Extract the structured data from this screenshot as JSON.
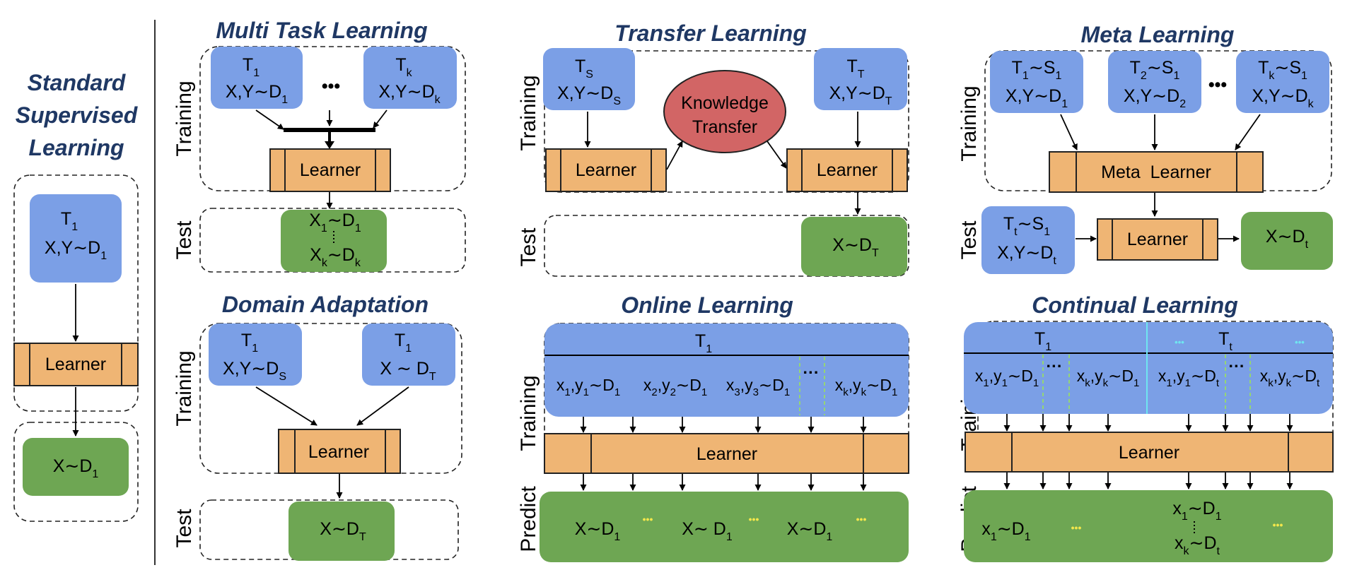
{
  "panels": {
    "standard": {
      "title_lines": [
        "Standard",
        "Supervised",
        "Learning"
      ],
      "task": [
        "T",
        "1"
      ],
      "data": [
        "X,Y∼D",
        "1"
      ],
      "learner": "Learner",
      "output": [
        "X∼D",
        "1"
      ]
    },
    "multitask": {
      "title": "Multi Task Learning",
      "side_training": "Training",
      "side_test": "Test",
      "task1": [
        "T",
        "1"
      ],
      "task1_data": [
        "X,Y∼D",
        "1"
      ],
      "taskk": [
        "T",
        "k"
      ],
      "taskk_data": [
        "X,Y∼D",
        "k"
      ],
      "ellipsis": "•••",
      "learner": "Learner",
      "test_1": [
        "X",
        "1",
        "∼D",
        "1"
      ],
      "test_k": [
        "X",
        "k",
        "∼D",
        "k"
      ]
    },
    "transfer": {
      "title": "Transfer Learning",
      "side_training": "Training",
      "side_test": "Test",
      "source_task": [
        "T",
        "S"
      ],
      "source_data": [
        "X,Y∼D",
        "S"
      ],
      "target_task": [
        "T",
        "T"
      ],
      "target_data": [
        "X,Y∼D",
        "T"
      ],
      "knowledge": [
        "Knowledge",
        "Transfer"
      ],
      "learner_left": "Learner",
      "learner_right": "Learner",
      "output": [
        "X∼D",
        "T"
      ]
    },
    "meta": {
      "title": "Meta Learning",
      "side_training": "Training",
      "side_test": "Test",
      "tasks": [
        {
          "t": [
            "T",
            "1",
            "∼S",
            "1"
          ],
          "d": [
            "X,Y∼D",
            "1"
          ]
        },
        {
          "t": [
            "T",
            "2",
            "∼S",
            "1"
          ],
          "d": [
            "X,Y∼D",
            "2"
          ]
        },
        {
          "t": [
            "T",
            "k",
            "∼S",
            "1"
          ],
          "d": [
            "X,Y∼D",
            "k"
          ]
        }
      ],
      "ellipsis": "•••",
      "meta_learner": "Meta  Learner",
      "test_task": [
        "T",
        "t",
        "∼S",
        "1"
      ],
      "test_data": [
        "X,Y∼D",
        "t"
      ],
      "learner": "Learner",
      "output": [
        "X∼D",
        "t"
      ]
    },
    "domain": {
      "title": "Domain Adaptation",
      "side_training": "Training",
      "side_test": "Test",
      "src_task": [
        "T",
        "1"
      ],
      "src_data": [
        "X,Y∼D",
        "S"
      ],
      "tgt_task": [
        "T",
        "1"
      ],
      "tgt_data": [
        "X ∼ D",
        "T"
      ],
      "learner": "Learner",
      "output": [
        "X∼D",
        "T"
      ]
    },
    "online": {
      "title": "Online Learning",
      "side_training": "Training",
      "side_predict": "Predict",
      "header": [
        "T",
        "1"
      ],
      "items": [
        [
          "x",
          "1",
          ",y",
          "1",
          "∼D",
          "1"
        ],
        [
          "x",
          "2",
          ",y",
          "2",
          "∼D",
          "1"
        ],
        [
          "x",
          "3",
          ",y",
          "3",
          "∼D",
          "1"
        ],
        [
          "x",
          "k",
          ",y",
          "k",
          "∼D",
          "1"
        ]
      ],
      "dots": "···",
      "learner": "Learner",
      "preds": [
        [
          "X∼D",
          "1"
        ],
        [
          "X∼ D",
          "1"
        ],
        [
          "X∼D",
          "1"
        ]
      ],
      "pred_dots": "•••"
    },
    "continual": {
      "title": "Continual Learning",
      "side_training": "Training",
      "side_predict": "Predict",
      "header1": [
        "T",
        "1"
      ],
      "header2": [
        "T",
        "t"
      ],
      "header_dots": "•••",
      "items": [
        [
          "x",
          "1",
          ",y",
          "1",
          "∼D",
          "1"
        ],
        [
          "x",
          "k",
          ",y",
          "k",
          "∼D",
          "1"
        ],
        [
          "x",
          "1",
          ",y",
          "1",
          "∼D",
          "t"
        ],
        [
          "x",
          "k",
          ",y",
          "k",
          "∼D",
          "t"
        ]
      ],
      "dots": "···",
      "learner": "Learner",
      "pred_first": [
        "x",
        "1",
        "∼D",
        "1"
      ],
      "pred_stack_top": [
        "x",
        "1",
        "∼D",
        "1"
      ],
      "pred_stack_bottom": [
        "x",
        "k",
        "∼D",
        "t"
      ],
      "pred_dots": "•••"
    }
  },
  "colors": {
    "task_blue": "#7b9fe6",
    "learner_orange": "#efb574",
    "output_green": "#6ea653",
    "knowledge_red": "#d26565",
    "title_navy": "#1f3864",
    "dot_yellow": "#f2e64b",
    "dot_cyan": "#6fe6f0",
    "divider_green": "#9be35a"
  }
}
